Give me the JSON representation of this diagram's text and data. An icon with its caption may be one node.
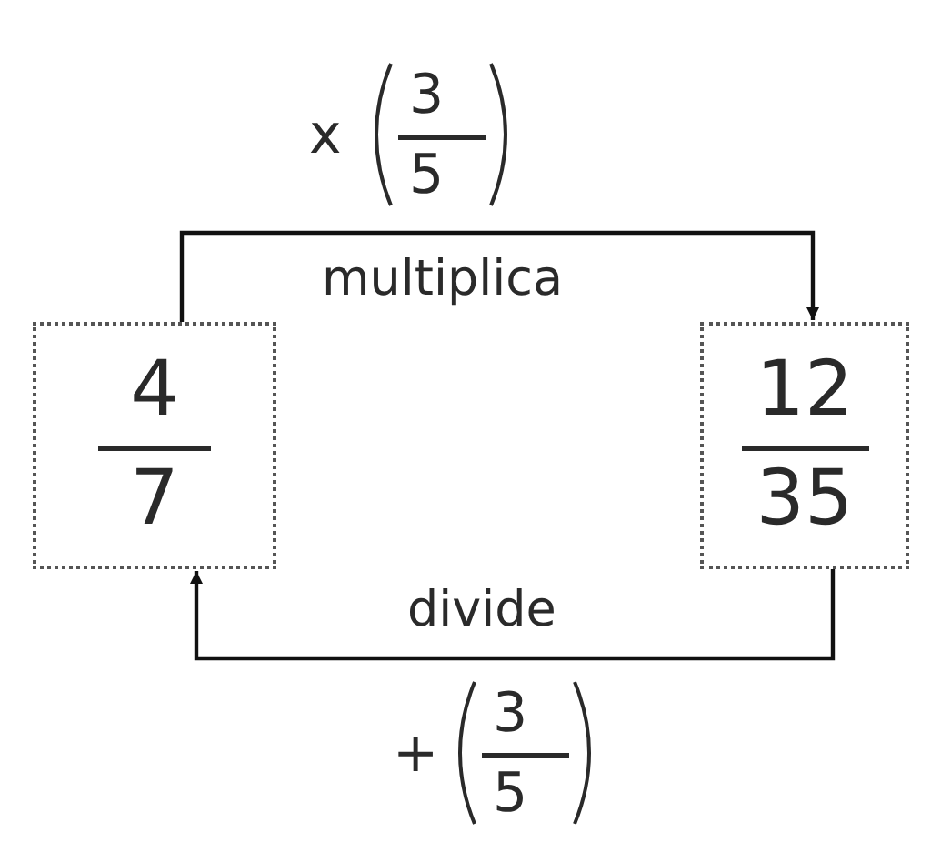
{
  "diagram": {
    "nodes": [
      {
        "text": [
          "4",
          "7"
        ]
      },
      {
        "text": [
          "12",
          "35"
        ]
      }
    ],
    "edges": [
      {
        "from": 0,
        "to": 1,
        "arrow": "to",
        "label": "multiplica"
      },
      {
        "from": 1,
        "to": 0,
        "arrow": "to",
        "label": "divide"
      }
    ],
    "labels": [
      "x",
      "3",
      "5",
      "+",
      "3",
      "5"
    ]
  }
}
